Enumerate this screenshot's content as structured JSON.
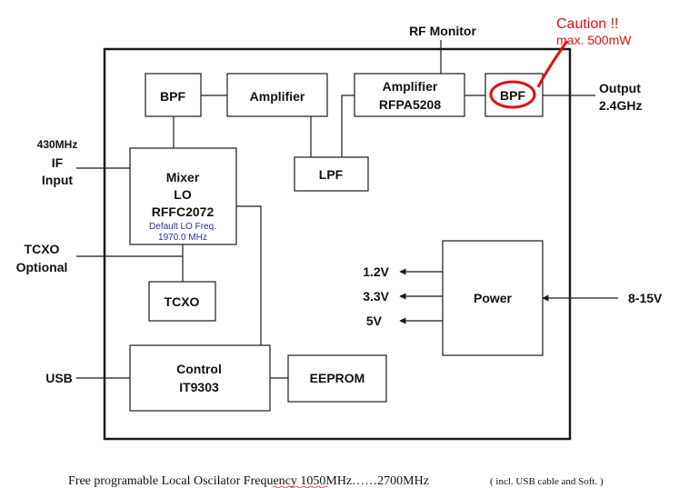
{
  "colors": {
    "stroke": "#1a1a1a",
    "caution": "#e01010",
    "note": "#2b2bb0",
    "spellcheck": "#d02020"
  },
  "blocks": {
    "bpf_left": "BPF",
    "amplifier": "Amplifier",
    "amplifier_rfpa": [
      "Amplifier",
      "RFPA5208"
    ],
    "bpf_right": "BPF",
    "lpf": "LPF",
    "mixer": [
      "Mixer",
      "LO",
      "RFFC2072"
    ],
    "mixer_note": [
      "Default LO Freq.",
      "1970.0 MHz"
    ],
    "tcxo": "TCXO",
    "control": [
      "Control",
      "IT9303"
    ],
    "eeprom": "EEPROM",
    "power": "Power"
  },
  "labels": {
    "rf_monitor": "RF Monitor",
    "caution_title": "Caution !!",
    "caution_limit": "max.  500mW",
    "output": [
      "Output",
      "2.4GHz"
    ],
    "if_input": [
      "430MHz",
      "IF",
      "Input"
    ],
    "tcxo_optional": [
      "TCXO",
      "Optional"
    ],
    "usb": "USB",
    "v12": "1.2V",
    "v33": "3.3V",
    "v5": "5V",
    "supply": "8-15V"
  },
  "footer": {
    "main": "Free programable  Local Oscilator Frequency   1050MHz……2700MHz",
    "note": "( incl. USB  cable and Soft. )"
  }
}
